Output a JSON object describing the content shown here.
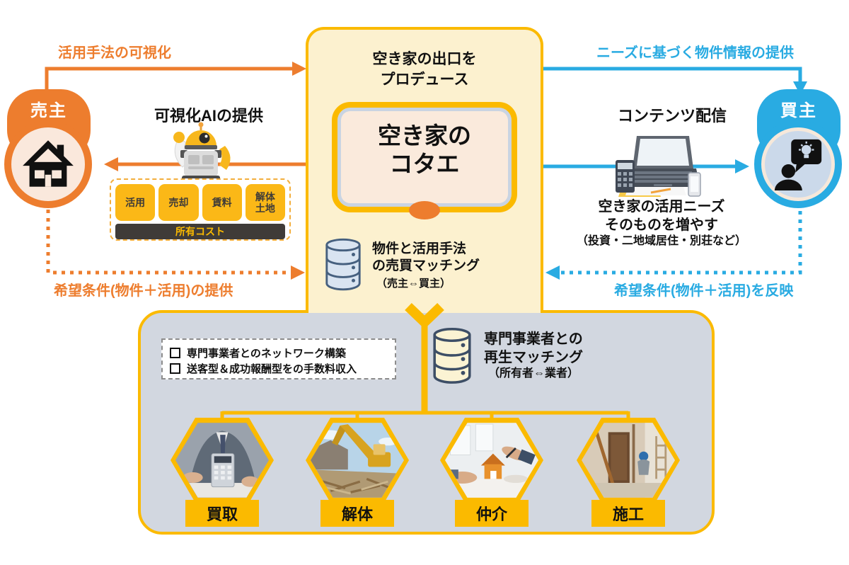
{
  "colors": {
    "orange": "#ED7D2E",
    "blue": "#29ABE2",
    "yellow": "#FBBA00",
    "option_yellow": "#FBB817",
    "dark": "#3F3B38",
    "center_panel_bg": "#FCF1CF",
    "tablet_bg": "#FAEADC",
    "partner_panel_bg": "#D2D7E0"
  },
  "seller": {
    "badge": "売主",
    "top_arrow_label": "活用手法の可視化",
    "ai_heading": "可視化AIの提供",
    "options": [
      "活用",
      "売却",
      "賃料",
      "解体\n土地"
    ],
    "cost_bar": "所有コスト",
    "bottom_arrow_label": "希望条件(物件＋活用)の提供"
  },
  "buyer": {
    "badge": "買主",
    "top_arrow_label": "ニーズに基づく物件情報の提供",
    "content_heading": "コンテンツ配信",
    "needs_line1": "空き家の活用ニーズ",
    "needs_line2": "そのものを増やす",
    "needs_line3": "（投資・二地域居住・別荘など）",
    "bottom_arrow_label": "希望条件(物件＋活用)を反映"
  },
  "center": {
    "title_line1": "空き家の出口を",
    "title_line2": "プロデュース",
    "brand_line1": "空き家の",
    "brand_line2": "コタエ",
    "matching_line1": "物件と活用手法",
    "matching_line2": "の売買マッチング",
    "matching_sub": "（売主⇔買主）"
  },
  "partner": {
    "bullets": [
      "専門事業者とのネットワーク構築",
      "送客型＆成功報酬型をの手数料収入"
    ],
    "matching_line1": "専門事業者との",
    "matching_line2": "再生マッチング",
    "matching_sub": "（所有者⇔業者）",
    "hexagons": [
      {
        "label": "買取"
      },
      {
        "label": "解体"
      },
      {
        "label": "仲介"
      },
      {
        "label": "施工"
      }
    ]
  }
}
